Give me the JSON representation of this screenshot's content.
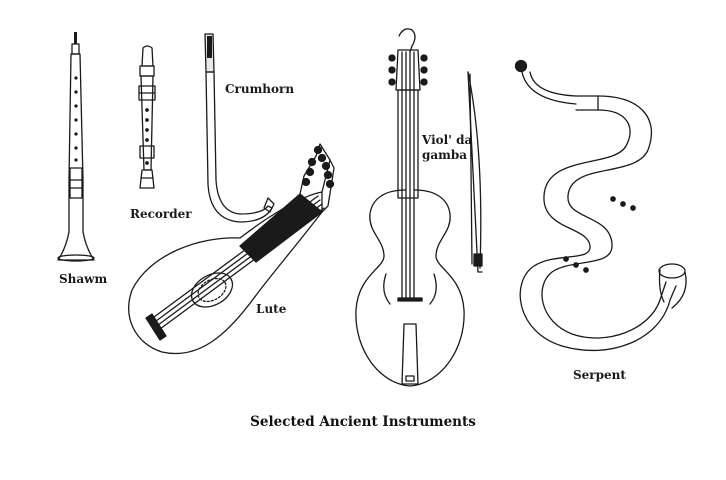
{
  "caption": "Selected Ancient Instruments",
  "instruments": [
    {
      "key": "shawm",
      "label": "Shawm",
      "icon": "shawm-icon"
    },
    {
      "key": "recorder",
      "label": "Recorder",
      "icon": "recorder-icon"
    },
    {
      "key": "crumhorn",
      "label": "Crumhorn",
      "icon": "crumhorn-icon"
    },
    {
      "key": "lute",
      "label": "Lute",
      "icon": "lute-icon"
    },
    {
      "key": "viol",
      "label": "Viol' da\ngamba",
      "icon": "viol-da-gamba-icon"
    },
    {
      "key": "serpent",
      "label": "Serpent",
      "icon": "serpent-icon"
    }
  ],
  "colors": {
    "ink": "#1a1a1a",
    "background": "#ffffff"
  }
}
